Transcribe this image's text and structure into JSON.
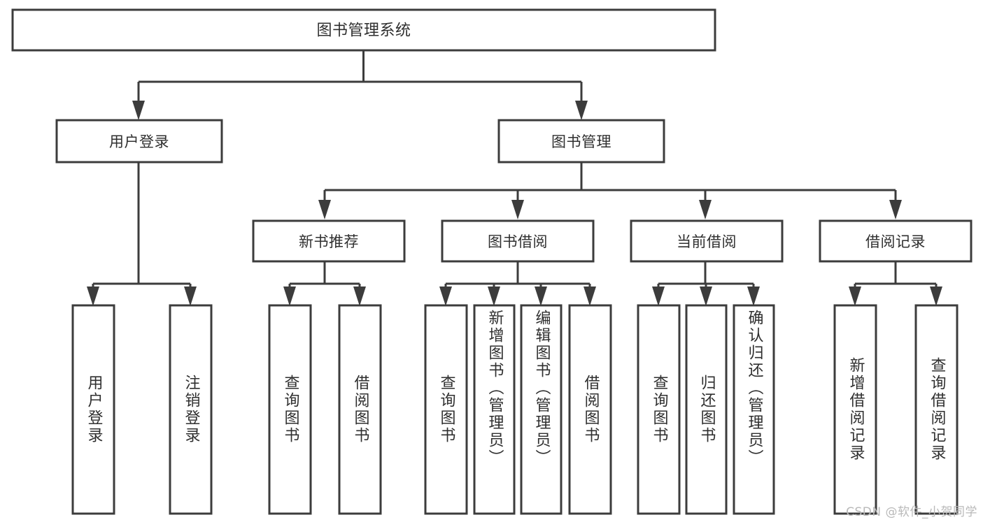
{
  "diagram": {
    "title": "图书管理系统",
    "type": "tree-hierarchy",
    "watermark": "CSDN @软件_小贺同学",
    "colors": {
      "background": "#ffffff",
      "box_stroke": "#3c3c3c",
      "box_fill": "#ffffff",
      "text": "#2f2f2f",
      "watermark": "#b9b9b9"
    },
    "root": {
      "label": "图书管理系统"
    },
    "level1": [
      {
        "label": "用户登录"
      },
      {
        "label": "图书管理"
      }
    ],
    "level2": [
      {
        "label": "新书推荐"
      },
      {
        "label": "图书借阅"
      },
      {
        "label": "当前借阅"
      },
      {
        "label": "借阅记录"
      }
    ],
    "leaves": {
      "user_login": [
        {
          "label": "用户登录"
        },
        {
          "label": "注销登录"
        }
      ],
      "new_book": [
        {
          "label": "查询图书"
        },
        {
          "label": "借阅图书"
        }
      ],
      "book_borrow": [
        {
          "label": "查询图书"
        },
        {
          "label": "新增图书（管理员）"
        },
        {
          "label": "编辑图书（管理员）"
        },
        {
          "label": "借阅图书"
        }
      ],
      "current_borrow": [
        {
          "label": "查询图书"
        },
        {
          "label": "归还图书"
        },
        {
          "label": "确认归还（管理员）"
        }
      ],
      "borrow_record": [
        {
          "label": "新增借阅记录"
        },
        {
          "label": "查询借阅记录"
        }
      ]
    }
  }
}
